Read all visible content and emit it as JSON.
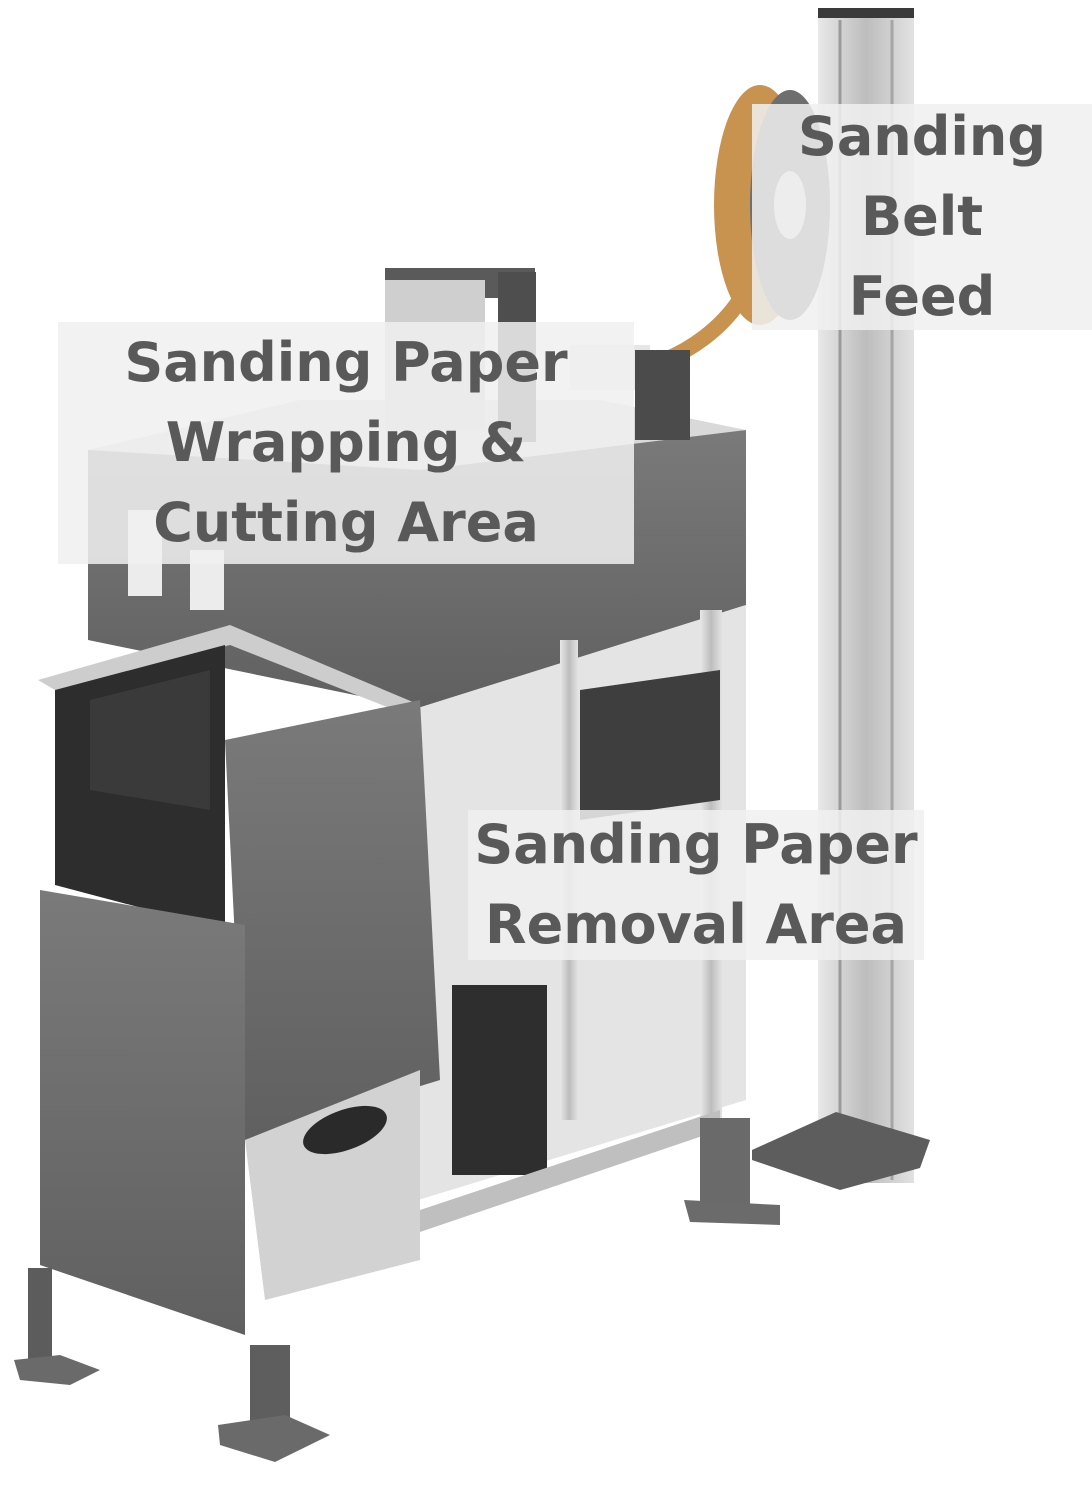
{
  "labels": {
    "sanding_belt_feed": {
      "lines": [
        "Sanding",
        "Belt",
        "Feed"
      ]
    },
    "wrapping_cutting_area": {
      "lines": [
        "Sanding Paper",
        "Wrapping &",
        "Cutting Area"
      ]
    },
    "removal_area": {
      "lines": [
        "Sanding Paper",
        "Removal Area"
      ]
    }
  },
  "colors": {
    "label_text": "#595959",
    "label_background": "#f0f0f0",
    "cabinet_gray": "#6f6f6f",
    "aluminum_frame": "#c9c9c9",
    "sanding_belt": "#c8924f"
  }
}
